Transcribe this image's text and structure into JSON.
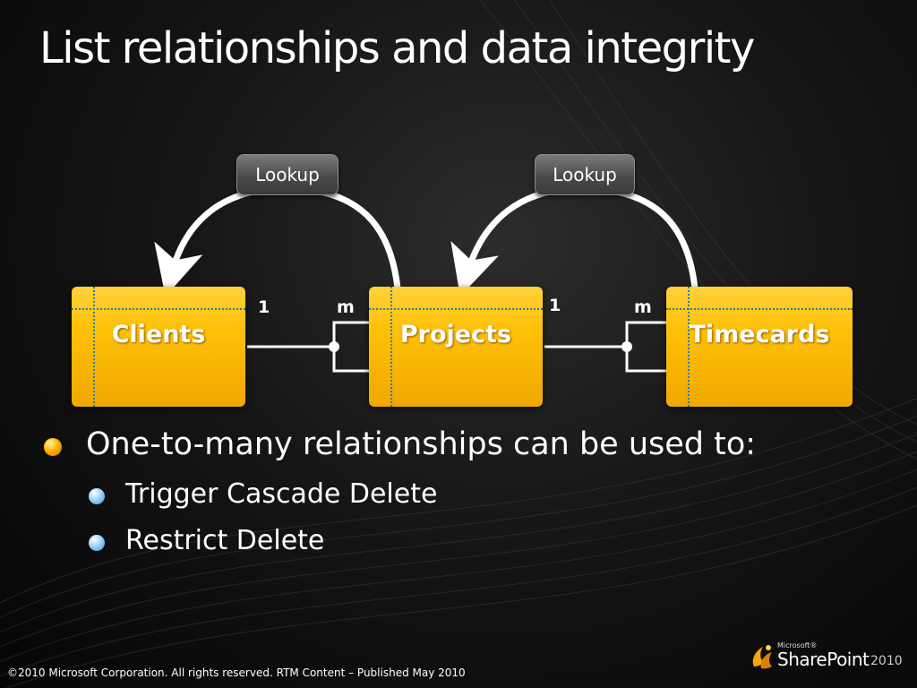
{
  "slide": {
    "title": "List relationships and data integrity"
  },
  "diagram": {
    "lookups": [
      {
        "label": "Lookup"
      },
      {
        "label": "Lookup"
      }
    ],
    "lists": [
      {
        "label": "Clients"
      },
      {
        "label": "Projects"
      },
      {
        "label": "Timecards"
      }
    ],
    "cardinalities": [
      {
        "label": "1"
      },
      {
        "label": "m"
      },
      {
        "label": "1"
      },
      {
        "label": "m"
      }
    ],
    "colors": {
      "list_fill": "#ffc107",
      "list_grid": "#2a7fa8",
      "lookup_fill": "#5a5a5a",
      "connector": "#ffffff"
    }
  },
  "bullets": {
    "main": "One-to-many relationships can be used to:",
    "sub": [
      "Trigger Cascade Delete",
      "Restrict Delete"
    ]
  },
  "footer": {
    "copyright": "©2010 Microsoft Corporation. All rights reserved. RTM Content – Published May 2010"
  },
  "logo": {
    "brand_small": "Microsoft®",
    "product": "SharePoint",
    "year": "2010"
  }
}
